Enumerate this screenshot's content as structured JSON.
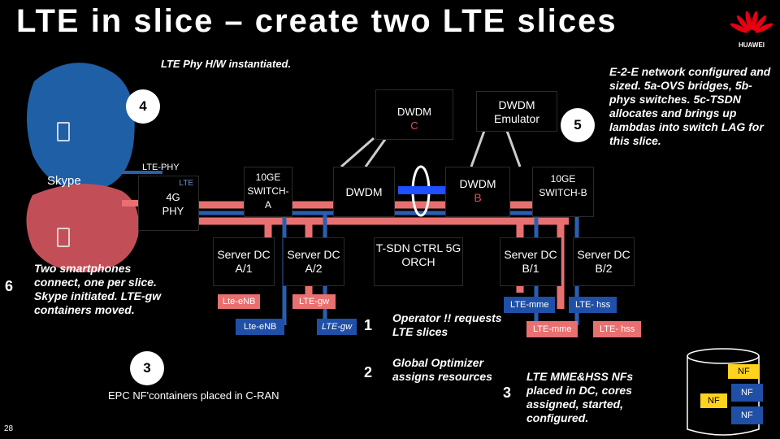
{
  "title": "LTE in slice – create two LTE slices",
  "brand": "HUAWEI",
  "page_number": "28",
  "captions": {
    "phy_instantiated": "LTE Phy H/W instantiated.",
    "e2e_network": "E-2-E network configured and sized. 5a-OVS bridges, 5b-phys switches. 5c-TSDN allocates and brings up lambdas into switch LAG for this slice.",
    "smartphones": "Two smartphones connect, one per slice. Skype initiated. LTE-gw containers moved.",
    "epc_placed": "EPC NF'containers placed in C-RAN",
    "operator": "Operator !! requests LTE slices",
    "optimizer": "Global Optimizer assigns resources",
    "mme_hss": "LTE MME&HSS NFs placed in DC, cores assigned, started, configured."
  },
  "steps": {
    "s1": "1",
    "s2": "2",
    "s3a": "3",
    "s3b": "3",
    "s4": "4",
    "s5": "5",
    "s6": "6"
  },
  "labels": {
    "skype": "Skype",
    "lte_phy": "LTE-PHY",
    "lte_small": "LTE",
    "phy_4g": "4G PHY",
    "lte_enb_1": "Lte-eNB",
    "lte_enb_2": "Lte-eNB",
    "lte_gw_1": "LTE-gw",
    "lte_gw_2": "LTE-gw",
    "lte_mme_1": "LTE-mme",
    "lte_mme_2": "LTE-mme",
    "lte_hss_1": "LTE- hss",
    "lte_hss_2": "LTE- hss"
  },
  "boxes": {
    "dwdm_c": "DWDM",
    "dwdm_c_sub": "C",
    "dwdm_emulator": "DWDM Emulator",
    "switch_a": "10GE SWITCH-A",
    "dwdm_a": "DWDM",
    "dwdm_b": "DWDM",
    "dwdm_b_sub": "B",
    "switch_b": "10GE SWITCH-B",
    "server_a1": "Server DC A/1",
    "server_a2": "Server DC A/2",
    "tsdn": "T-SDN CTRL 5G ORCH",
    "server_b1": "Server DC B/1",
    "server_b2": "Server DC B/2"
  },
  "nf_labels": [
    "NF",
    "NF",
    "NF",
    "NF"
  ],
  "colors": {
    "blue_slice": "#1f5fa6",
    "red_slice": "#e87070",
    "nf_yellow": "#ffd21e",
    "nf_blue": "#1f4fa6"
  }
}
